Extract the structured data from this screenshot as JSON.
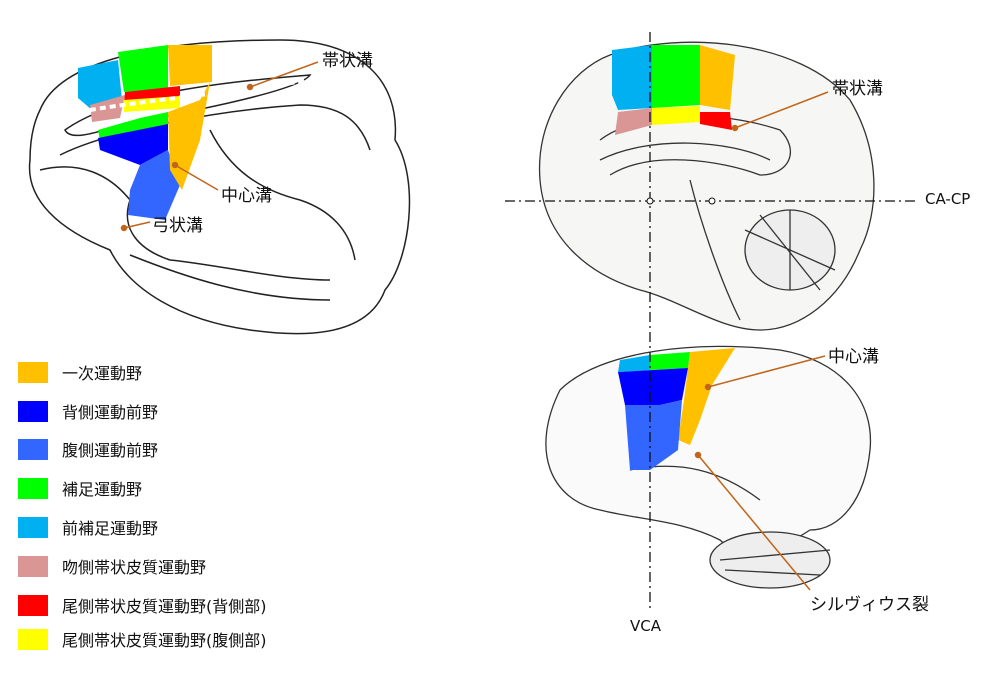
{
  "labels": {
    "monkey_cingulate": "帯状溝",
    "monkey_central": "中心溝",
    "monkey_arcuate": "弓状溝",
    "human_cingulate": "帯状溝",
    "cacp": "CA-CP",
    "human_central": "中心溝",
    "sylvian": "シルヴィウス裂",
    "vca": "VCA"
  },
  "legend": [
    {
      "label": "一次運動野",
      "color": "#FFC000"
    },
    {
      "label": "背側運動前野",
      "color": "#0000FF"
    },
    {
      "label": "腹側運動前野",
      "color": "#3366FF"
    },
    {
      "label": "補足運動野",
      "color": "#00FF00"
    },
    {
      "label": "前補足運動野",
      "color": "#00B0F0"
    },
    {
      "label": "吻側帯状皮質運動野",
      "color": "#D99694"
    },
    {
      "label": "尾側帯状皮質運動野(背側部)",
      "color": "#FF0000"
    },
    {
      "label": "尾側帯状皮質運動野(腹側部)",
      "color": "#FFFF00"
    }
  ],
  "leader_color": "#C0651A"
}
